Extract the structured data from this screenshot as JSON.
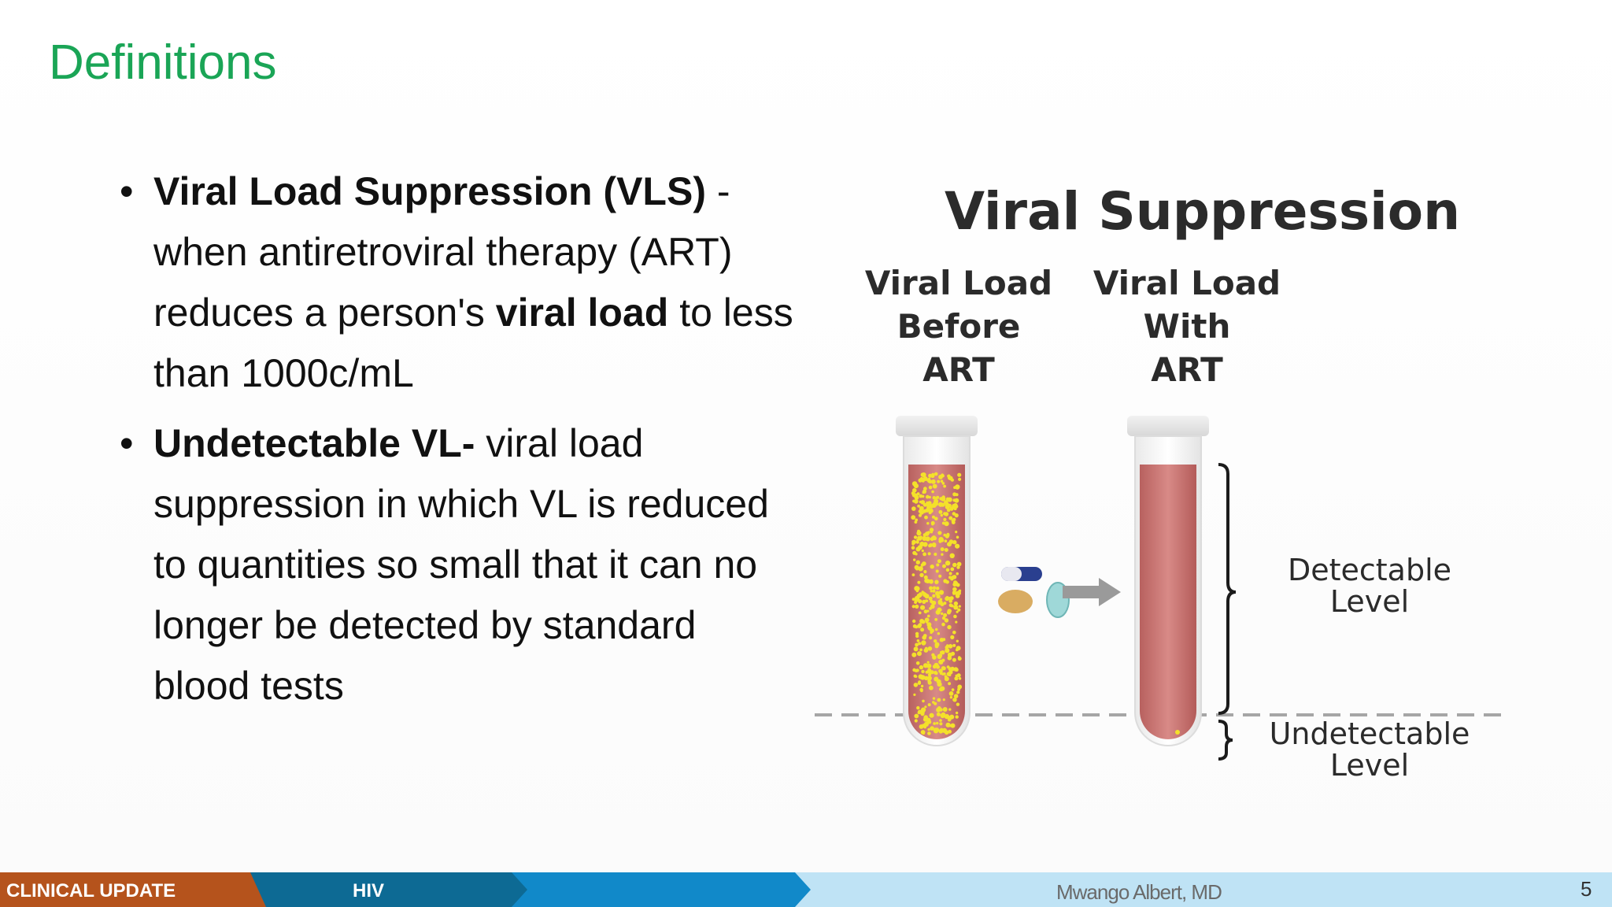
{
  "slide": {
    "title": "Definitions",
    "bullets": [
      {
        "term": "Viral Load Suppression (VLS)",
        "after_term": " - when antiretroviral therapy (ART) reduces a person's ",
        "bold_inline": "viral load",
        "end": " to less than 1000c/mL"
      },
      {
        "term": "Undetectable VL-",
        "text": " viral load suppression in which VL is reduced to quantities so small that it can no longer be detected by standard blood tests"
      }
    ],
    "bullet_symbol": "•"
  },
  "illustration": {
    "title": "Viral Suppression",
    "tube_before": {
      "line1": "Viral Load",
      "line2": "Before",
      "line3": "ART"
    },
    "tube_with": {
      "line1": "Viral Load",
      "line2": "With",
      "line3": "ART"
    },
    "detectable": {
      "line1": "Detectable",
      "line2": "Level"
    },
    "undetectable": {
      "line1": "Undetectable",
      "line2": "Level"
    },
    "icons": [
      "test-tube-icon",
      "pill-capsule-icon",
      "pill-tablet-icon",
      "arrow-right-icon",
      "curly-brace-icon"
    ]
  },
  "footer": {
    "section1": "CLINICAL UPDATE",
    "section2": "HIV",
    "author": "Mwango Albert, MD",
    "slide_number": "5",
    "colors": {
      "section1": "#b5531c",
      "section2": "#0d6a94",
      "section3": "#1189c9",
      "section4": "#bfe3f5"
    }
  }
}
